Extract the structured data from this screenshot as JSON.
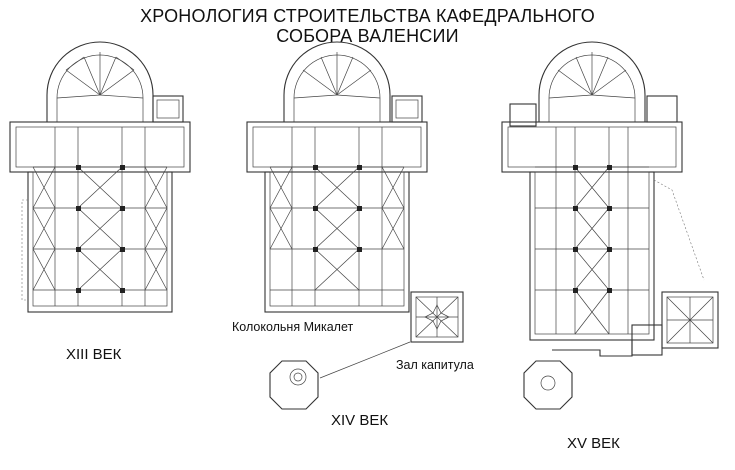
{
  "title": {
    "line1": "ХРОНОЛОГИЯ СТРОИТЕЛЬСТВА КАФЕДРАЛЬНОГО",
    "line2": "СОБОРА ВАЛЕНСИИ"
  },
  "plans": [
    {
      "century": "XIII ВЕК"
    },
    {
      "century": "XIV ВЕК",
      "annotations": {
        "bell_tower": "Колокольня Микалет",
        "chapter_hall": "Зал капитула"
      }
    },
    {
      "century": "XV ВЕК"
    }
  ]
}
